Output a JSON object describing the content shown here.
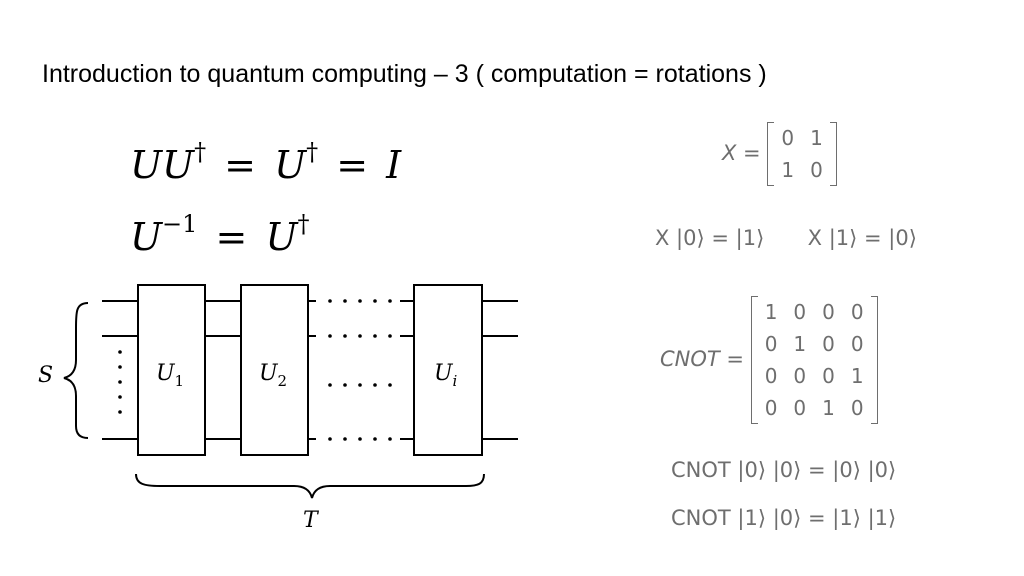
{
  "title": "Introduction to quantum computing – 3 ( computation = rotations )",
  "equations": {
    "eq1_U": "UU",
    "eq1_dag": "†",
    "eq1_eq": "=",
    "eq1_U2": "U",
    "eq1_dag2": "†",
    "eq1_eq2": "=",
    "eq1_I": "I",
    "eq2_U": "U",
    "eq2_exp": "−1",
    "eq2_eq": "=",
    "eq2_U2": "U",
    "eq2_dag": "†"
  },
  "circuit": {
    "left_label": "S",
    "bottom_label": "T",
    "gates": [
      {
        "base": "U",
        "sub": "1"
      },
      {
        "base": "U",
        "sub": "2"
      },
      {
        "base": "U",
        "sub": "i"
      }
    ]
  },
  "x_gate": {
    "lhs": "X =",
    "matrix": [
      [
        "0",
        "1"
      ],
      [
        "1",
        "0"
      ]
    ],
    "action1": "X |0⟩ = |1⟩",
    "action2": "X |1⟩ = |0⟩"
  },
  "cnot": {
    "lhs": "CNOT =",
    "matrix": [
      [
        "1",
        "0",
        "0",
        "0"
      ],
      [
        "0",
        "1",
        "0",
        "0"
      ],
      [
        "0",
        "0",
        "0",
        "1"
      ],
      [
        "0",
        "0",
        "1",
        "0"
      ]
    ],
    "action1": "CNOT |0⟩ |0⟩ = |0⟩ |0⟩",
    "action2": "CNOT |1⟩ |0⟩ = |1⟩ |1⟩"
  }
}
